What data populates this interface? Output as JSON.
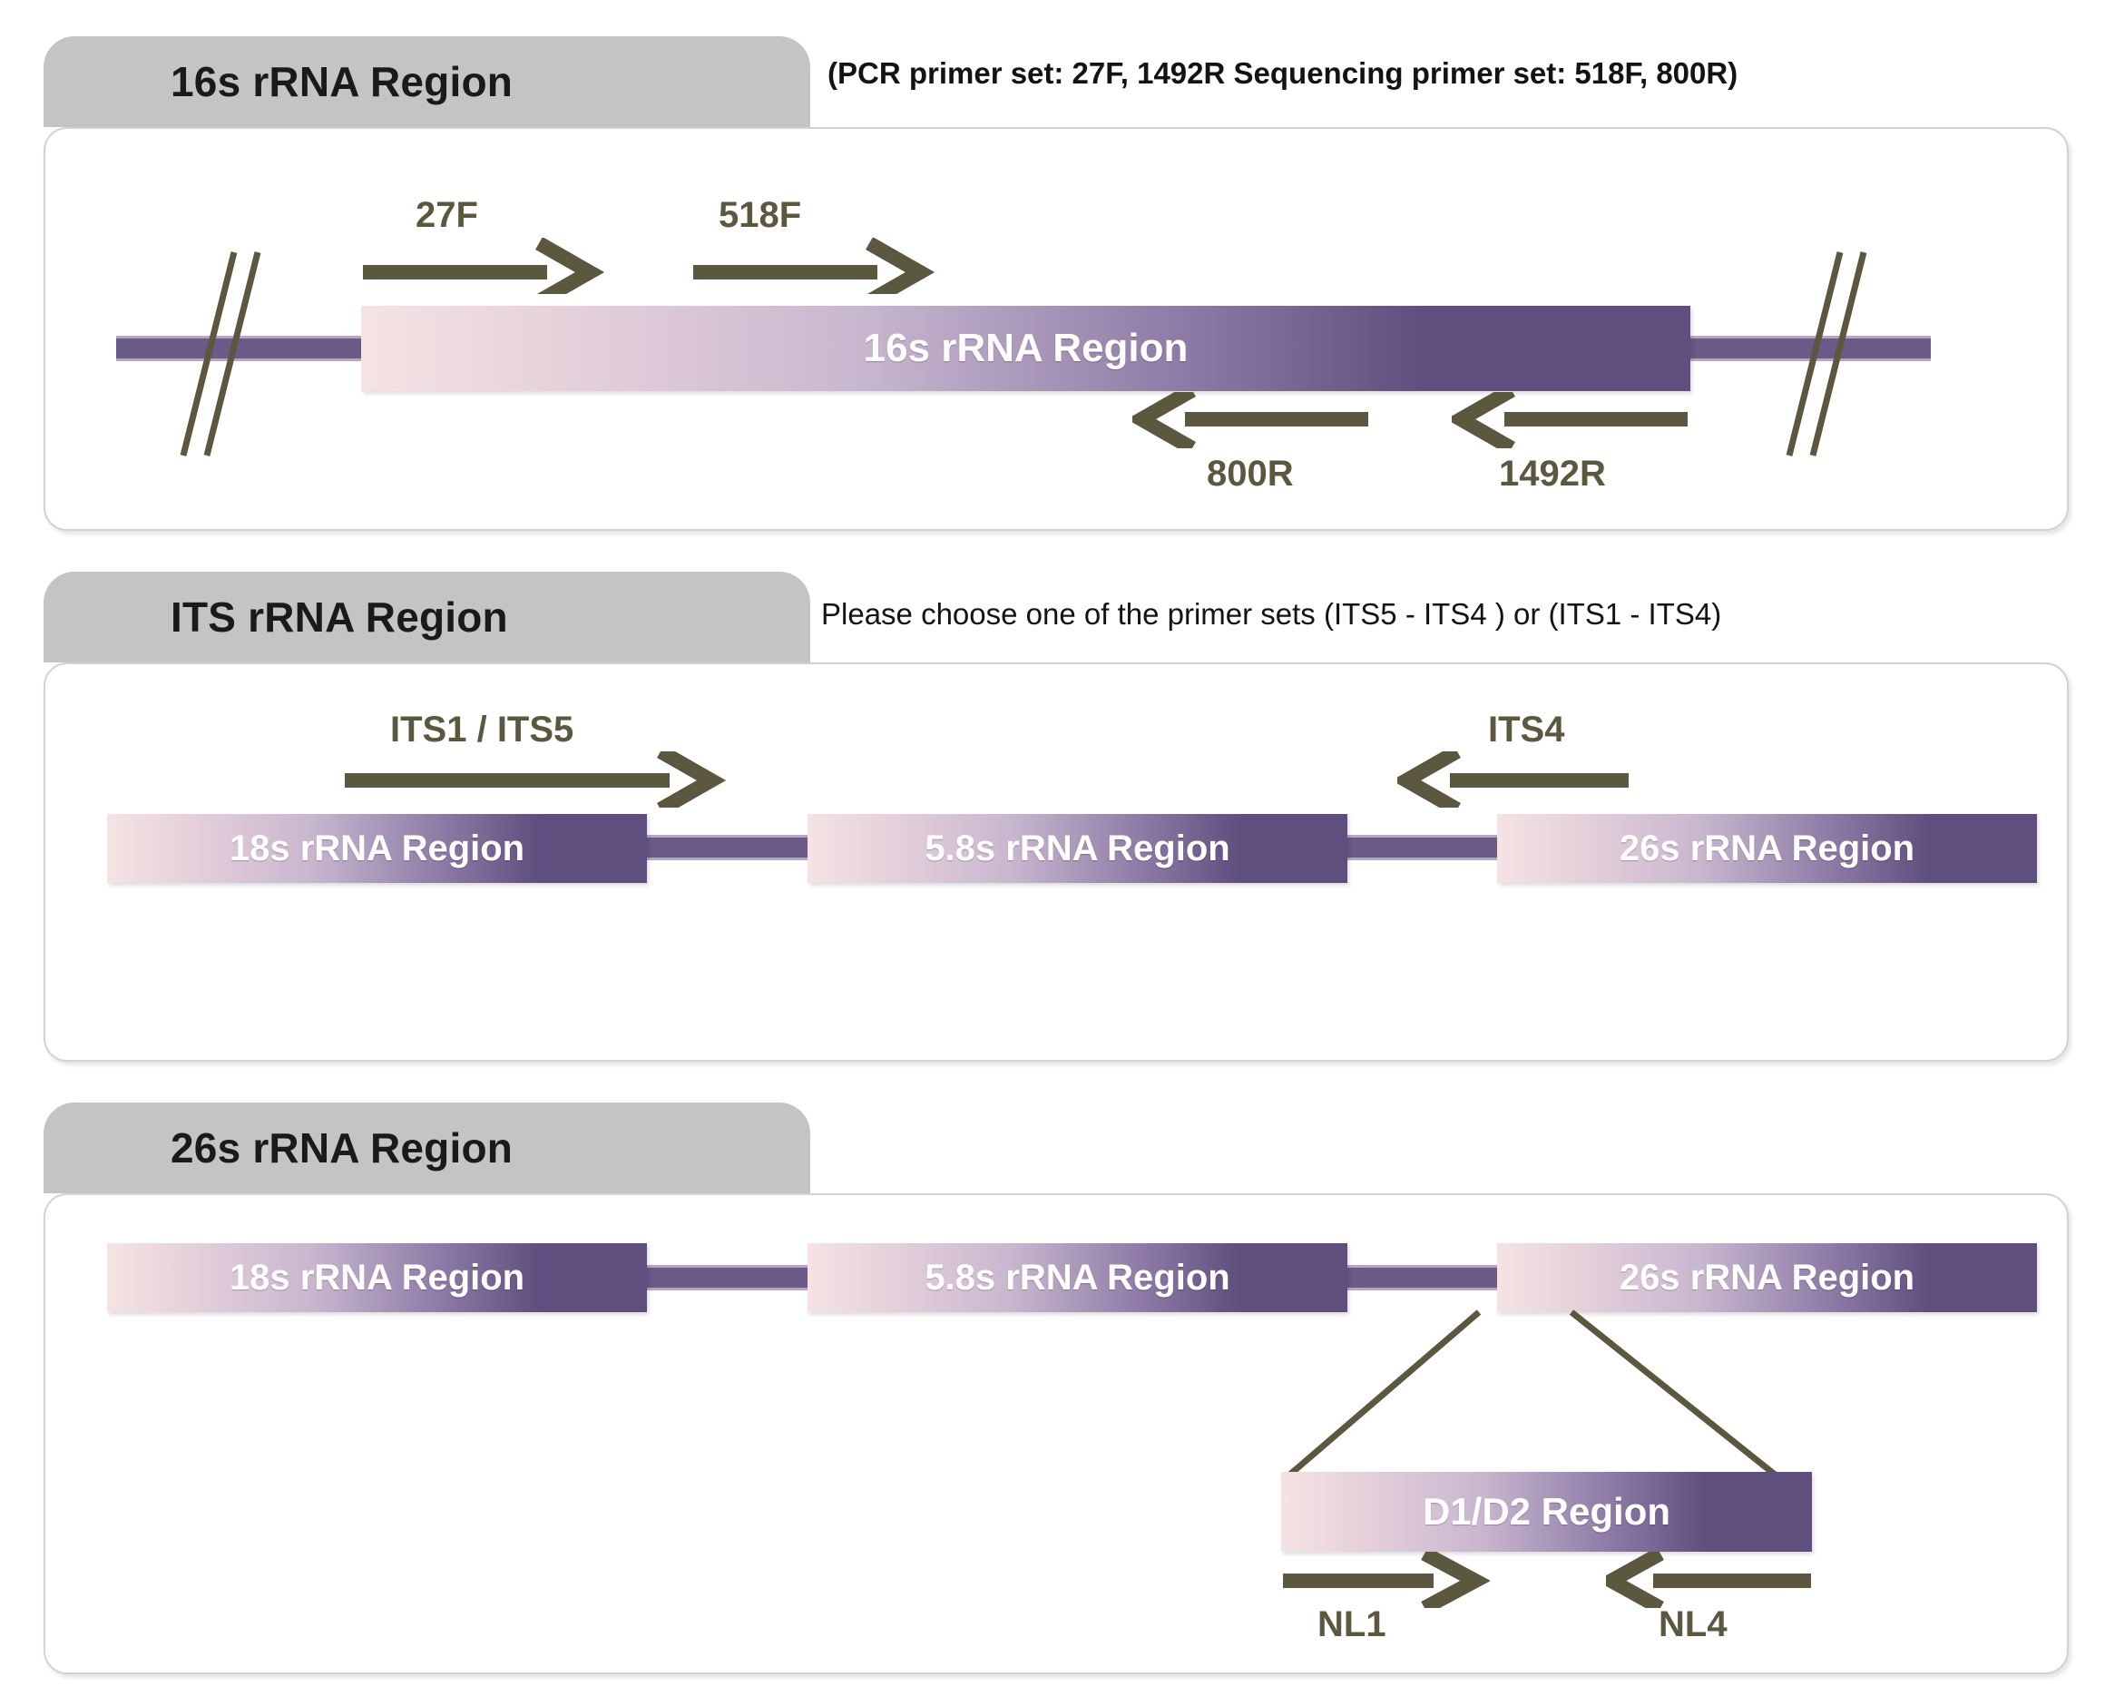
{
  "panels": [
    {
      "id": "16s",
      "tab_label": "16s rRNA Region",
      "note": "(PCR primer set: 27F, 1492R   Sequencing primer set: 518F, 800R)",
      "region_bar_label": "16s rRNA Region",
      "forward_primers": [
        {
          "label": "27F"
        },
        {
          "label": "518F"
        }
      ],
      "reverse_primers": [
        {
          "label": "800R"
        },
        {
          "label": "1492R"
        }
      ]
    },
    {
      "id": "its",
      "tab_label": "ITS rRNA Region",
      "note": "Please choose one of the primer sets  (ITS5 - ITS4 ) or (ITS1 - ITS4)",
      "bars": [
        {
          "label": "18s rRNA Region"
        },
        {
          "label": "5.8s rRNA Region"
        },
        {
          "label": "26s rRNA Region"
        }
      ],
      "forward_primers": [
        {
          "label": "ITS1 / ITS5"
        }
      ],
      "reverse_primers": [
        {
          "label": "ITS4"
        }
      ]
    },
    {
      "id": "26s",
      "tab_label": "26s rRNA Region",
      "note": "",
      "bars": [
        {
          "label": "18s rRNA Region"
        },
        {
          "label": "5.8s rRNA Region"
        },
        {
          "label": "26s rRNA Region"
        }
      ],
      "sub_bar": {
        "label": "D1/D2 Region"
      },
      "forward_primers": [
        {
          "label": "NL1"
        }
      ],
      "reverse_primers": [
        {
          "label": "NL4"
        }
      ]
    }
  ],
  "colors": {
    "tab_gray": "#c4c4c4",
    "panel_border": "#d2d2d2",
    "bar_dark_purple": "#5f4f7e",
    "bar_light_pink": "#f5e3e4",
    "backbone_purple": "#6b5a87",
    "arrow_olive": "#5c5840",
    "bar_text": "#ffffff"
  }
}
